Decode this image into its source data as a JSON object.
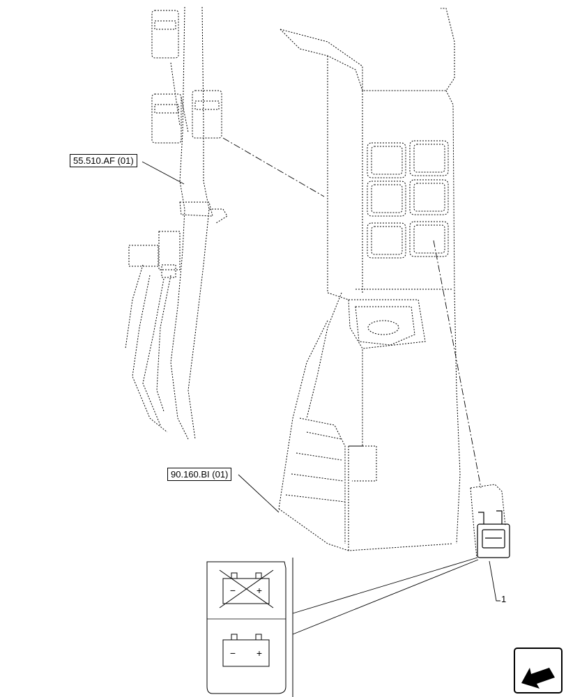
{
  "callouts": {
    "harness_ref": "55.510.AF (01)",
    "panel_ref": "90.160.BI (01)",
    "item_number": "1"
  },
  "icons": {
    "detail_top": "battery-crossed-icon",
    "detail_bottom": "battery-icon",
    "nav": "back-arrow-icon"
  },
  "battery_symbols": {
    "minus": "−",
    "plus": "+"
  },
  "colors": {
    "line": "#000000",
    "background": "#ffffff"
  }
}
